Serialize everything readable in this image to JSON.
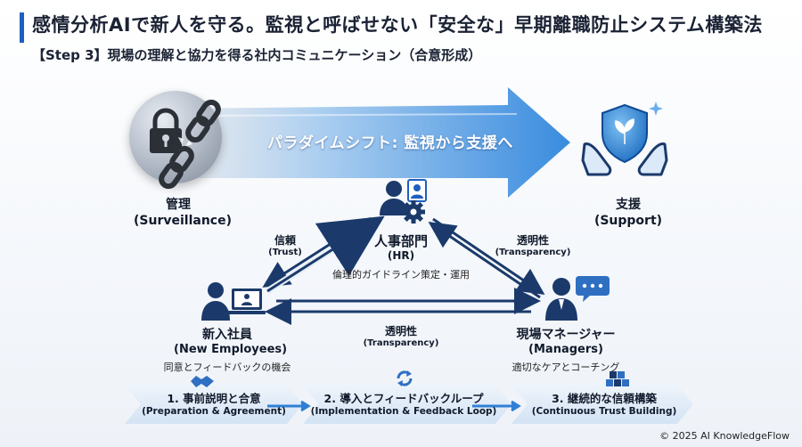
{
  "title": "感情分析AIで新人を守る。監視と呼ばせない「安全な」早期離職防止システム構築法",
  "subtitle": "【Step 3】現場の理解と協力を得る社内コミュニケーション（合意形成）",
  "paradigm_arrow": "パラダイムシフト: 監視から支援へ",
  "left_concept": {
    "label": "管理",
    "label_en": "(Surveillance)"
  },
  "right_concept": {
    "label": "支援",
    "label_en": "(Support)"
  },
  "nodes": {
    "hr": {
      "label": "人事部門",
      "label_en": "(HR)",
      "desc": "倫理的ガイドライン策定・運用"
    },
    "new_employees": {
      "label": "新入社員",
      "label_en": "(New Employees)",
      "desc": "同意とフィードバックの機会"
    },
    "managers": {
      "label": "現場マネージャー",
      "label_en": "(Managers)",
      "desc": "適切なケアとコーチング"
    }
  },
  "edges": {
    "trust": {
      "label": "信頼",
      "label_en": "(Trust)"
    },
    "transparency_right": {
      "label": "透明性",
      "label_en": "(Transparency)"
    },
    "transparency_bottom": {
      "label": "透明性",
      "label_en": "(Transparency)"
    }
  },
  "steps": [
    {
      "label": "1. 事前説明と合意",
      "label_en": "(Preparation & Agreement)"
    },
    {
      "label": "2. 導入とフィードバックループ",
      "label_en": "(Implementation & Feedback Loop)"
    },
    {
      "label": "3. 継続的な信頼構築",
      "label_en": "(Continuous Trust Building)"
    }
  ],
  "colors": {
    "accent": "#1f5fbf",
    "navy": "#1b3a6b",
    "arrow_light": "#9cc7ef",
    "arrow_dark": "#2f7fd6"
  },
  "footer": "© 2025 AI KnowledgeFlow"
}
